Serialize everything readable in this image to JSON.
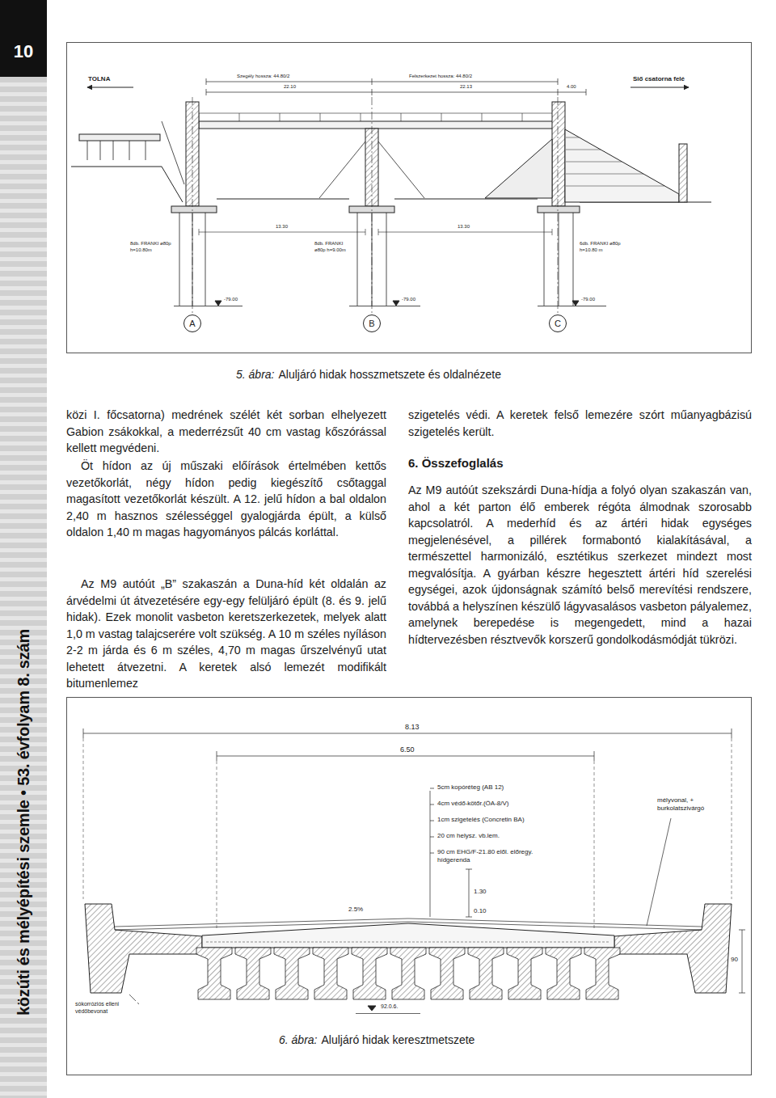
{
  "diagram": {
    "nodes": [
      {
        "text": [
          "10"
        ]
      },
      {
        "text": [
          "közúti és mélyépítési szemle • 53. évfolyam 8. szám"
        ]
      },
      {
        "text": [
          "A"
        ]
      },
      {
        "text": [
          "B"
        ]
      },
      {
        "text": [
          "C"
        ]
      }
    ],
    "labels": [
      "TOLNA",
      "Szegély hossza: 44.80/2",
      "Felszerkezet hossza: 44.80/2",
      "22.10",
      "22.13",
      "4.00",
      "Siő csatorna felé",
      "13.30",
      "13.30",
      "8db. FRANKI ø80p h=10.80m",
      "8db. FRANKI ø80p h=9.00m",
      "6db. FRANKI ø80p h=10.80 m",
      "-79.00",
      "-79.00",
      "-79.00",
      "5. ábra:",
      "Aluljáró hidak hosszmetszete és oldalnézete",
      "közi I. főcsatorna) medrének szélét két sorban elhelyezett Gabion zsákokkal, a mederrézsűt 40 cm vastag kőszórással kellett megvédeni.",
      "Öt hídon az új műszaki előírások értelmében kettős vezetőkorlát, négy hídon pedig kiegészítő csőtaggal magasított vezetőkorlát készült. A 12. jelű hídon a bal oldalon 2,40 m hasznos szélességgel gyalogjárda épült, a külső oldalon 1,40 m magas hagyományos pálcás korláttal.",
      "Az M9 autóút „B” szakaszán a Duna-híd két oldalán az árvédelmi út átvezetésére egy-egy felüljáró épült (8. és 9. jelű hidak). Ezek monolit vasbeton keretszerkezetek, melyek alatt 1,0 m vastag talajcserére volt szükség. A 10 m széles nyíláson 2-2 m járda és 6 m széles, 4,70 m magas űrszelvényű utat lehetett átvezetni. A keretek alsó lemezét modifikált bitumenlemez",
      "szigetelés védi. A keretek felső lemezére szórt műanyagbázisú szigetelés került.",
      "6. Összefoglalás",
      "Az M9 autóút szekszárdi Duna-hídja a folyó olyan szakaszán van, ahol a két parton élő emberek régóta álmodnak szorosabb kapcsolatról. A mederhíd és az ártéri hidak egységes megjelenésével, a pillérek formabontó kialakításával, a természettel harmonizáló, esztétikus szerkezet mindezt most megvalósítja. A gyárban készre hegesztett ártéri híd szerelési egységei, azok újdonságnak számító belső merevítési rendszere, továbbá a helyszínen készülő lágyvasalásos vasbeton pályalemez, amelynek berepedése is megengedett, mind a hazai hídtervezésben résztvevők korszerű gondolkodásmódját tükrözi.",
      "8.13",
      "6.50",
      "5cm kopóréteg (AB 12)",
      "4cm védő-kötőr.(ÖA-8/V)",
      "1cm szigetelés (Concretin BA)",
      "20 cm helysz. vb.lem.",
      "90 cm EHG/F-21.80 elől. előregy. hídgerenda",
      "1.30",
      "0.10",
      "mélyvonal, + burkolatszivárgó",
      "2.5%",
      "90",
      "sókorróziós elleni védőbevonat",
      "92.0.6.",
      "6. ábra:",
      "Aluljáró hidak keresztmetszete"
    ]
  }
}
